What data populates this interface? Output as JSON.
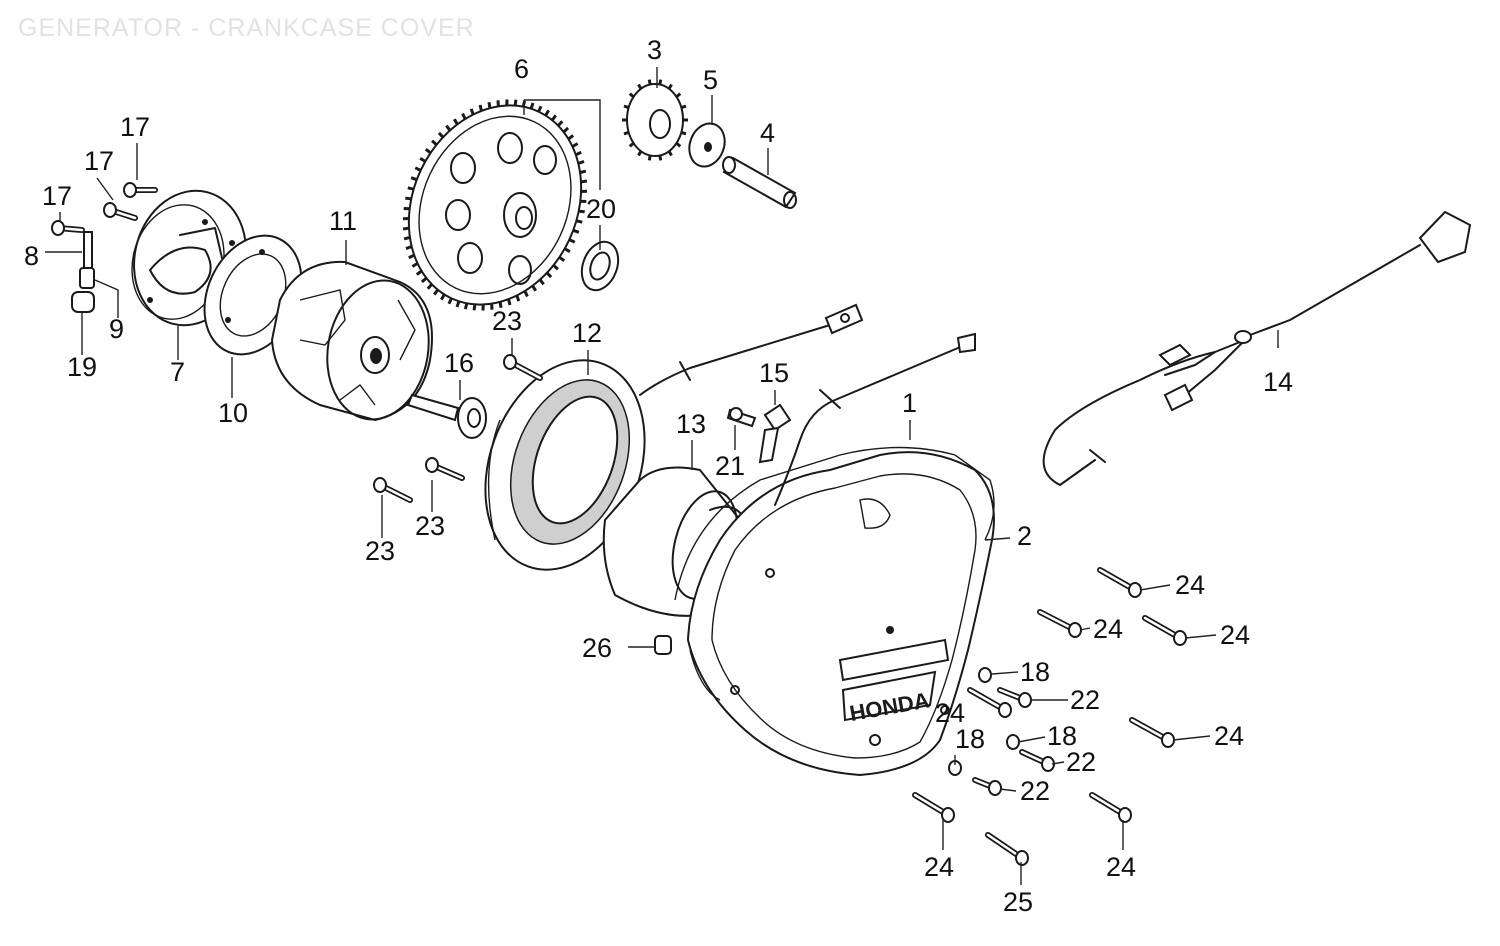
{
  "diagram": {
    "title": "GENERATOR - CRANKCASE COVER",
    "callouts": [
      {
        "id": "c1",
        "label": "1"
      },
      {
        "id": "c2",
        "label": "2"
      },
      {
        "id": "c3",
        "label": "3"
      },
      {
        "id": "c4",
        "label": "4"
      },
      {
        "id": "c5",
        "label": "5"
      },
      {
        "id": "c6",
        "label": "6"
      },
      {
        "id": "c7",
        "label": "7"
      },
      {
        "id": "c8",
        "label": "8"
      },
      {
        "id": "c9",
        "label": "9"
      },
      {
        "id": "c10",
        "label": "10"
      },
      {
        "id": "c11",
        "label": "11"
      },
      {
        "id": "c12",
        "label": "12"
      },
      {
        "id": "c13",
        "label": "13"
      },
      {
        "id": "c14",
        "label": "14"
      },
      {
        "id": "c15",
        "label": "15"
      },
      {
        "id": "c16",
        "label": "16"
      },
      {
        "id": "c17a",
        "label": "17"
      },
      {
        "id": "c17b",
        "label": "17"
      },
      {
        "id": "c17c",
        "label": "17"
      },
      {
        "id": "c18a",
        "label": "18"
      },
      {
        "id": "c18b",
        "label": "18"
      },
      {
        "id": "c18c",
        "label": "18"
      },
      {
        "id": "c19",
        "label": "19"
      },
      {
        "id": "c20",
        "label": "20"
      },
      {
        "id": "c21",
        "label": "21"
      },
      {
        "id": "c22a",
        "label": "22"
      },
      {
        "id": "c22b",
        "label": "22"
      },
      {
        "id": "c22c",
        "label": "22"
      },
      {
        "id": "c23a",
        "label": "23"
      },
      {
        "id": "c23b",
        "label": "23"
      },
      {
        "id": "c23c",
        "label": "23"
      },
      {
        "id": "c24a",
        "label": "24"
      },
      {
        "id": "c24b",
        "label": "24"
      },
      {
        "id": "c24c",
        "label": "24"
      },
      {
        "id": "c24d",
        "label": "24"
      },
      {
        "id": "c24e",
        "label": "24"
      },
      {
        "id": "c24f",
        "label": "24"
      },
      {
        "id": "c24g",
        "label": "24"
      },
      {
        "id": "c25",
        "label": "25"
      },
      {
        "id": "c26",
        "label": "26"
      }
    ],
    "cover_emblem_text": "HONDA"
  }
}
